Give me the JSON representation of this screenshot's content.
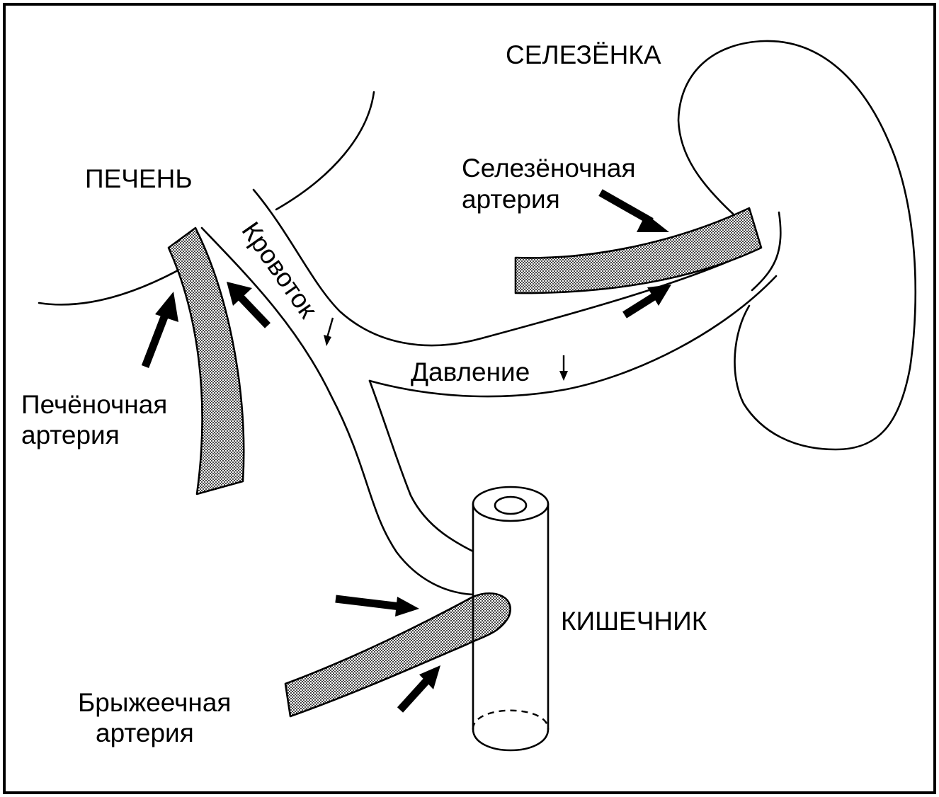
{
  "labels": {
    "spleen": "СЕЛЕЗЁНКА",
    "liver": "ПЕЧЕНЬ",
    "intestine": "КИШЕЧНИК",
    "splenic_artery_line1": "Селезёночная",
    "splenic_artery_line2": "артерия",
    "hepatic_artery_line1": "Печёночная",
    "hepatic_artery_line2": "артерия",
    "mesenteric_artery_line1": "Брыжеечная",
    "mesenteric_artery_line2": "артерия",
    "blood_flow": "Кровоток",
    "pressure": "Давление"
  },
  "colors": {
    "line": "#000000",
    "background": "#ffffff",
    "artery_stipple": "#000000"
  },
  "icons": {
    "down_indicator": "down-arrow-icon",
    "flow_direction": "bold-arrow-icon"
  }
}
